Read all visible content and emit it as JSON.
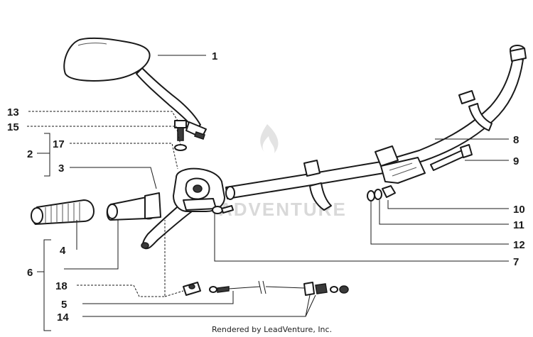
{
  "diagram": {
    "callouts": {
      "c1": "1",
      "c2": "2",
      "c3": "3",
      "c4": "4",
      "c5": "5",
      "c6": "6",
      "c7": "7",
      "c8": "8",
      "c9": "9",
      "c10": "10",
      "c11": "11",
      "c12": "12",
      "c13": "13",
      "c14": "14",
      "c15": "15",
      "c17": "17",
      "c18": "18"
    },
    "watermark": "ADVENTURE",
    "credit": "Rendered by LeadVenture, Inc."
  }
}
